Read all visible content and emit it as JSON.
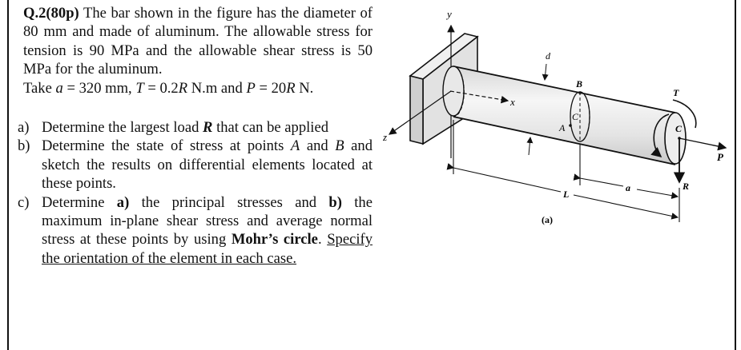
{
  "problem": {
    "label": "Q.2(80p)",
    "intro_sentences": [
      "The bar shown in the figure has the diameter of 80 mm and made of aluminum.",
      "The allowable stress for tension is 90 MPa and the allowable shear stress is 50 MPa for the aluminum."
    ],
    "given": {
      "prefix": "Take ",
      "a_sym": "a",
      "a_val": " = 320 mm, ",
      "T_sym": "T",
      "T_val": " = 0.2",
      "T_R": "R",
      "T_unit": " N.m and ",
      "P_sym": "P",
      "P_val": " = 20",
      "P_R": "R",
      "P_unit": " N."
    }
  },
  "questions": [
    {
      "marker": "a)",
      "pre": "Determine the largest load ",
      "bold_italic": "R",
      "post": " that can be applied"
    },
    {
      "marker": "b)",
      "pre": "Determine the state of stress at points ",
      "pt_a": "A",
      "mid": " and ",
      "pt_b": "B",
      "post": " and sketch the results on differential elements located at these points."
    },
    {
      "marker": "c)",
      "pre": "Determine ",
      "bold1": "a)",
      "mid1": " the principal stresses and ",
      "bold2": "b)",
      "mid2": " the maximum in-plane shear stress and average normal stress at these points by using ",
      "bold3": "Mohr’s circle",
      "mid3": ". ",
      "underlined": "Specify the orientation of the element in each case."
    }
  ],
  "figure": {
    "caption": "(a)",
    "labels": {
      "y": "y",
      "x": "x",
      "z": "z",
      "d": "d",
      "B": "B",
      "A": "A",
      "C_mid": "C",
      "C_end": "C",
      "T": "T",
      "P": "P",
      "R": "R",
      "L": "L",
      "a": "a"
    }
  }
}
